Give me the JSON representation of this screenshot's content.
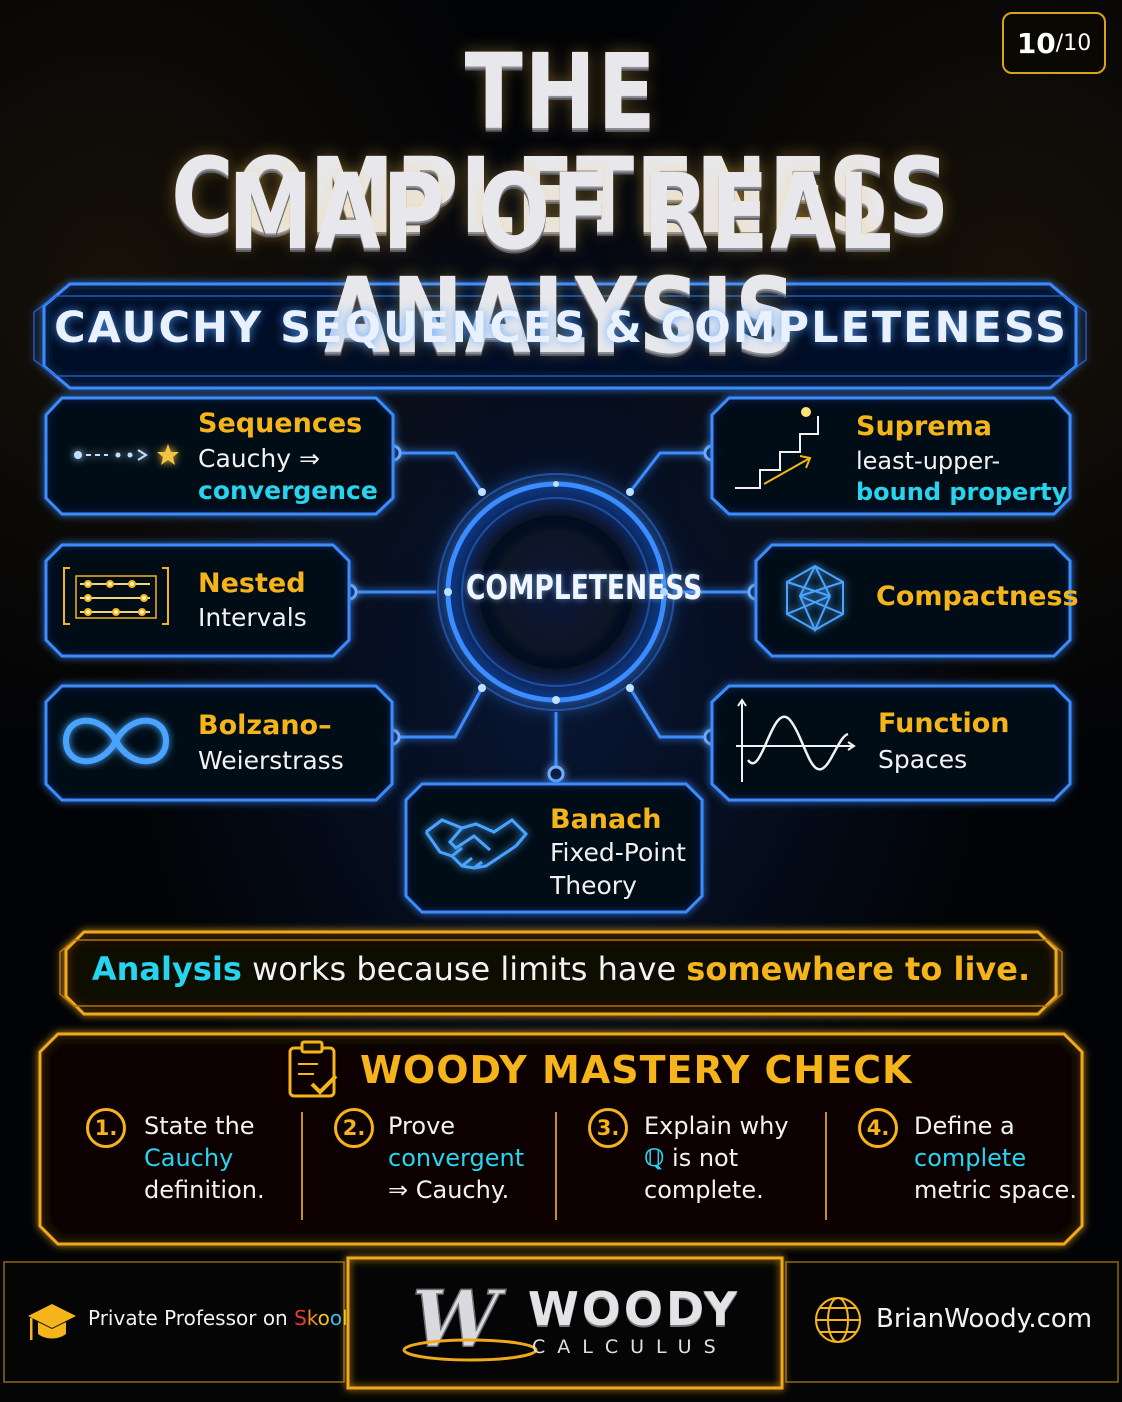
{
  "page": {
    "current": "10",
    "total": "/10"
  },
  "title": {
    "line1": "THE COMPLETENESS",
    "line2": "MAP OF REAL ANALYSIS"
  },
  "subtitle": "CAUCHY SEQUENCES & COMPLETENESS",
  "center": "COMPLETENESS",
  "nodes": {
    "sequences": {
      "title": "Sequences",
      "line1": "Cauchy ⇒",
      "line2": "convergence",
      "icon": "sequence-arrow-icon"
    },
    "nested": {
      "title": "Nested",
      "line1": "Intervals",
      "icon": "nested-intervals-icon"
    },
    "bolzano": {
      "title": "Bolzano–",
      "line1": "Weierstrass",
      "icon": "infinity-icon"
    },
    "suprema": {
      "title": "Suprema",
      "line1": "least-upper-",
      "line2": "bound property",
      "icon": "staircase-icon"
    },
    "compactness": {
      "title": "Compactness",
      "icon": "polyhedron-icon"
    },
    "function_spaces": {
      "title": "Function",
      "line1": "Spaces",
      "icon": "wave-graph-icon"
    },
    "banach": {
      "title": "Banach",
      "line1": "Fixed-Point",
      "line2": "Theory",
      "icon": "handshake-icon"
    }
  },
  "quote": {
    "part1": "Analysis",
    "part2": " works because limits have ",
    "part3": "somewhere to live."
  },
  "mastery": {
    "title": "WOODY MASTERY CHECK",
    "icon": "clipboard-check-icon",
    "items": [
      {
        "num": "1.",
        "a": "State the",
        "b": "Cauchy",
        "c": "definition."
      },
      {
        "num": "2.",
        "a": "Prove",
        "b": "convergent",
        "c": "⇒  Cauchy."
      },
      {
        "num": "3.",
        "a": "Explain why",
        "b": "ℚ",
        "b2": " is not",
        "c": "complete."
      },
      {
        "num": "4.",
        "a": "Define a",
        "b": "complete",
        "c": "metric space."
      }
    ]
  },
  "footer": {
    "left_text": "Private Professor on ",
    "skool": [
      "S",
      "k",
      "o",
      "o",
      "l"
    ],
    "brand_main": "WOODY",
    "brand_sub": "CALCULUS",
    "brand_letter": "W",
    "right_text": "BrianWoody.com"
  },
  "colors": {
    "gold": "#f4b41a",
    "cyan": "#27d4f0",
    "blue_glow": "#3b8cff"
  }
}
